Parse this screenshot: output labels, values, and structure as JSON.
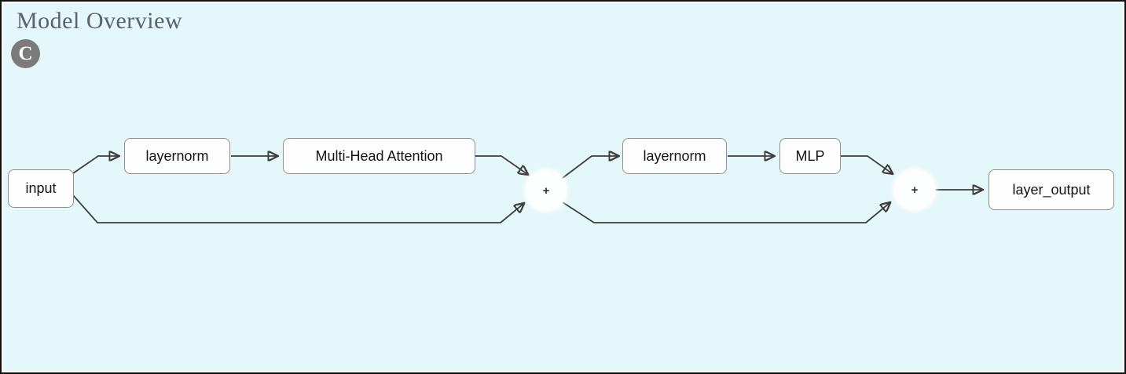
{
  "figure": {
    "title": "Model Overview",
    "panel_label": "C",
    "background_color": "#e4f7f9",
    "frame_color": "#111111"
  },
  "diagram": {
    "type": "flowchart",
    "nodes": [
      {
        "id": "input",
        "label": "input",
        "shape": "rounded-rect"
      },
      {
        "id": "layernorm_1",
        "label": "layernorm",
        "shape": "rounded-rect"
      },
      {
        "id": "multi_head_attention",
        "label": "Multi-Head Attention",
        "shape": "rounded-rect"
      },
      {
        "id": "add_1",
        "label": "+",
        "shape": "circle"
      },
      {
        "id": "layernorm_2",
        "label": "layernorm",
        "shape": "rounded-rect"
      },
      {
        "id": "mlp",
        "label": "MLP",
        "shape": "rounded-rect"
      },
      {
        "id": "add_2",
        "label": "+",
        "shape": "circle"
      },
      {
        "id": "layer_output",
        "label": "layer_output",
        "shape": "rounded-rect"
      }
    ],
    "edges": [
      {
        "from": "input",
        "to": "layernorm_1",
        "kind": "main"
      },
      {
        "from": "layernorm_1",
        "to": "multi_head_attention",
        "kind": "main"
      },
      {
        "from": "multi_head_attention",
        "to": "add_1",
        "kind": "main"
      },
      {
        "from": "input",
        "to": "add_1",
        "kind": "residual"
      },
      {
        "from": "add_1",
        "to": "layernorm_2",
        "kind": "main"
      },
      {
        "from": "layernorm_2",
        "to": "mlp",
        "kind": "main"
      },
      {
        "from": "mlp",
        "to": "add_2",
        "kind": "main"
      },
      {
        "from": "add_1",
        "to": "add_2",
        "kind": "residual"
      },
      {
        "from": "add_2",
        "to": "layer_output",
        "kind": "main"
      }
    ],
    "colors": {
      "node_fill": "#fefeff",
      "node_border": "#8f8f8f",
      "edge_stroke": "#3d3d3d",
      "badge_fill": "#7b7b7b",
      "title_color": "#5b6268"
    }
  }
}
